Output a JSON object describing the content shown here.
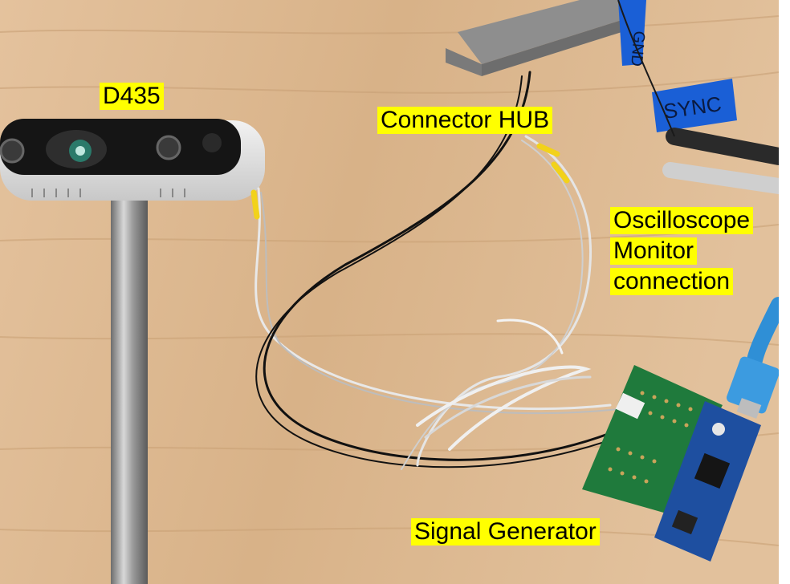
{
  "labels": {
    "camera": "D435",
    "hub": "Connector HUB",
    "oscilloscope": [
      "Oscilloscope",
      "Monitor",
      "connection"
    ],
    "generator": "Signal Generator"
  },
  "tape": {
    "gnd": "GND",
    "sync": "SYNC"
  },
  "colors": {
    "label_bg": "#ffff00",
    "wood": "#d9b48c",
    "board": "#1e7a3a",
    "arduino": "#1e4fa0",
    "usb": "#2f8fd6"
  }
}
